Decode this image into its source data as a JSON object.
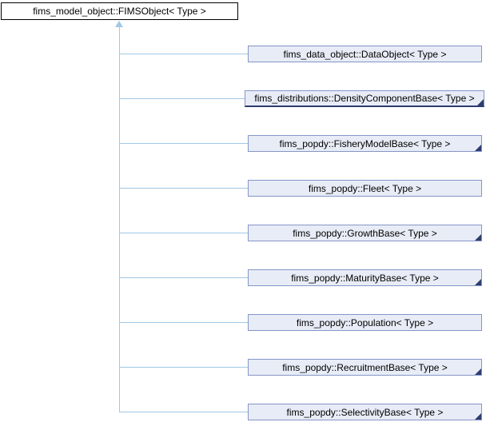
{
  "diagram": {
    "base_class": {
      "label": "fims_model_object::FIMSObject< Type >"
    },
    "derived_classes": [
      {
        "label": "fims_data_object::DataObject< Type >",
        "has_children": false
      },
      {
        "label": "fims_distributions::DensityComponentBase< Type >",
        "has_children": true
      },
      {
        "label": "fims_popdy::FisheryModelBase< Type >",
        "has_children": true
      },
      {
        "label": "fims_popdy::Fleet< Type >",
        "has_children": false
      },
      {
        "label": "fims_popdy::GrowthBase< Type >",
        "has_children": true
      },
      {
        "label": "fims_popdy::MaturityBase< Type >",
        "has_children": true
      },
      {
        "label": "fims_popdy::Population< Type >",
        "has_children": false
      },
      {
        "label": "fims_popdy::RecruitmentBase< Type >",
        "has_children": true
      },
      {
        "label": "fims_popdy::SelectivityBase< Type >",
        "has_children": true
      }
    ],
    "colors": {
      "node_fill": "#e8ecf6",
      "node_border": "#8596c8",
      "node_shadow": "#2e3c6e",
      "base_fill": "#ffffff",
      "base_border": "#000000",
      "connector": "#a0c8e6",
      "text": "#000000"
    }
  }
}
